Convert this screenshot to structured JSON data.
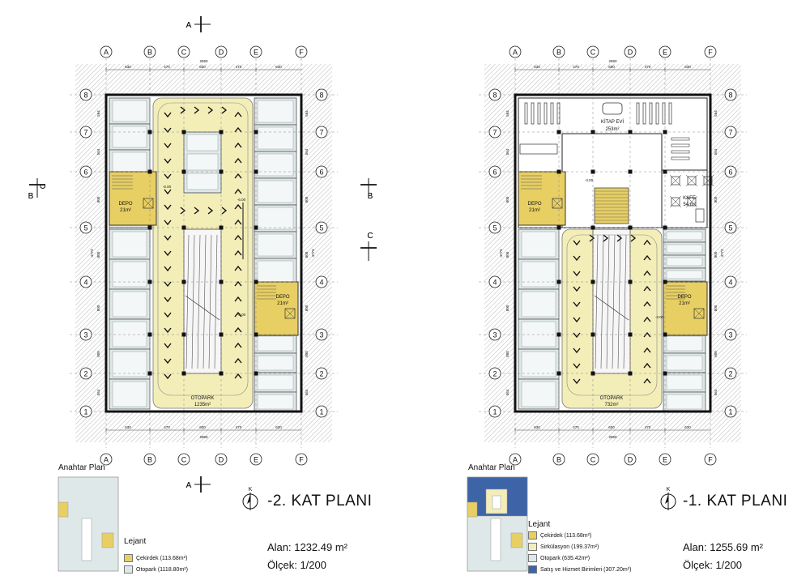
{
  "panels": [
    {
      "id": "left",
      "title": "-2. KAT PLANI",
      "area_label": "Alan: 1232.49 m²",
      "scale_label": "Ölçek: 1/200",
      "key_plan_label": "Anahtar Plan",
      "legend_title": "Lejant",
      "legend": [
        {
          "label": "Çekirdek (113.68m²)",
          "color": "#e8cf63"
        },
        {
          "label": "Otopark (1118.80m²)",
          "color": "#dfe8e8"
        }
      ],
      "rooms": [
        {
          "name": "DEPO",
          "area": "21m²"
        },
        {
          "name": "DEPO",
          "area": "21m²"
        },
        {
          "name": "OTOPARK",
          "area": "1235m²"
        }
      ],
      "levels": [
        "-6.00",
        "-6.00",
        "-6.00"
      ]
    },
    {
      "id": "right",
      "title": "-1. KAT PLANI",
      "area_label": "Alan: 1255.69 m²",
      "scale_label": "Ölçek: 1/200",
      "key_plan_label": "Anahtar Plan",
      "legend_title": "Lejant",
      "legend": [
        {
          "label": "Çekirdek (113.68m²)",
          "color": "#e8cf63"
        },
        {
          "label": "Sirkülasyon (199.37m²)",
          "color": "#f3eeb8"
        },
        {
          "label": "Otopark (635.42m²)",
          "color": "#dfe8e8"
        },
        {
          "label": "Satış ve Hizmet Birimleri (307.20m²)",
          "color": "#3e64a8"
        }
      ],
      "rooms": [
        {
          "name": "KİTAP EVİ",
          "area": "253m²"
        },
        {
          "name": "KAFE",
          "area": "54 m²"
        },
        {
          "name": "DEPO",
          "area": "21m²"
        },
        {
          "name": "DEPO",
          "area": "21m²"
        },
        {
          "name": "OTOPARK",
          "area": "732m²"
        }
      ],
      "levels": [
        "-3.00",
        "-3.00"
      ]
    }
  ],
  "axes_cols": [
    "A",
    "B",
    "C",
    "D",
    "E",
    "F"
  ],
  "axes_rows": [
    "8",
    "7",
    "6",
    "5",
    "4",
    "3",
    "2",
    "1"
  ],
  "section_marks": {
    "a": "A",
    "b": "B",
    "c": "C"
  },
  "dims_top": [
    "630",
    "470",
    "600",
    "470",
    "630"
  ],
  "dims_total": "2860",
  "dims_side": [
    "564",
    "564",
    "800",
    "800",
    "800",
    "800",
    "564",
    "564"
  ],
  "dims_side_total": "4773",
  "north_letter": "K",
  "colors": {
    "core": "#e8cf63",
    "circulation": "#f3eeb8",
    "parking": "#dfe8e8",
    "sales": "#3e64a8",
    "ramp": "#f0eaa9"
  }
}
